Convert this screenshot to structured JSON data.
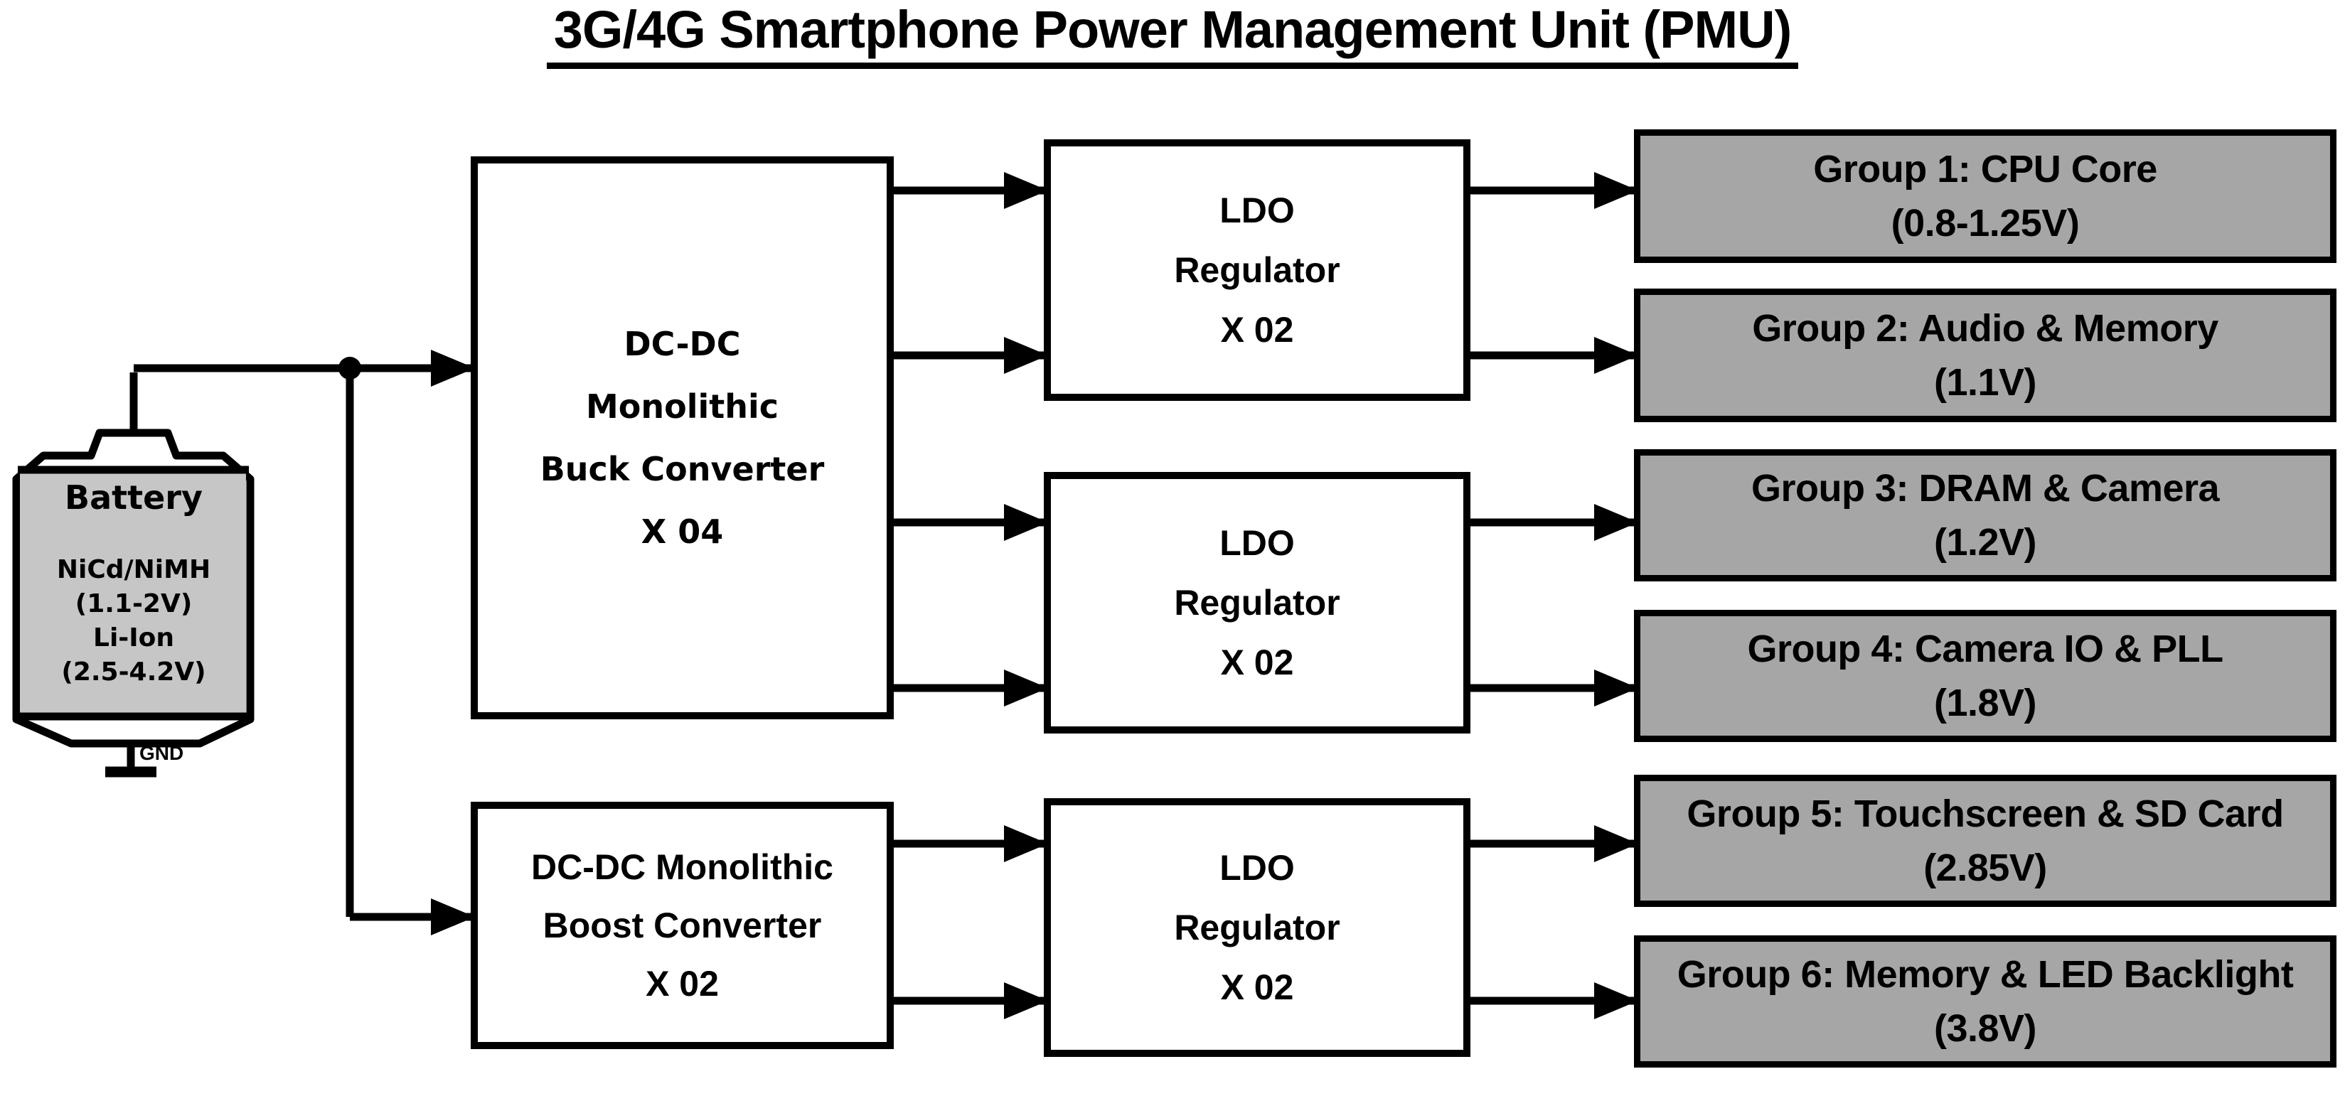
{
  "title": "3G/4G Smartphone Power Management Unit (PMU)",
  "battery": {
    "label": "Battery",
    "lines": [
      "NiCd/NiMH",
      "(1.1-2V)",
      "Li-Ion",
      "(2.5-4.2V)"
    ],
    "ground_label": "GND"
  },
  "converters": {
    "buck": {
      "lines": [
        "DC-DC",
        "Monolithic",
        "Buck Converter",
        "X 04"
      ]
    },
    "boost": {
      "lines": [
        "DC-DC Monolithic",
        "Boost Converter",
        "X 02"
      ]
    }
  },
  "ldo_regulators": [
    {
      "lines": [
        "LDO",
        "Regulator",
        "X 02"
      ]
    },
    {
      "lines": [
        "LDO",
        "Regulator",
        "X 02"
      ]
    },
    {
      "lines": [
        "LDO",
        "Regulator",
        "X 02"
      ]
    }
  ],
  "groups": [
    {
      "name": "Group 1: CPU Core",
      "voltage": "(0.8-1.25V)"
    },
    {
      "name": "Group 2: Audio & Memory",
      "voltage": "(1.1V)"
    },
    {
      "name": "Group 3: DRAM & Camera",
      "voltage": "(1.2V)"
    },
    {
      "name": "Group 4: Camera IO & PLL",
      "voltage": "(1.8V)"
    },
    {
      "name": "Group 5: Touchscreen & SD Card",
      "voltage": "(2.85V)"
    },
    {
      "name": "Group 6: Memory & LED Backlight",
      "voltage": "(3.8V)"
    }
  ],
  "colors": {
    "line": "#000000",
    "block_fill": "#ffffff",
    "group_fill": "#a6a6a6",
    "battery_fill": "#c6c6c6"
  }
}
